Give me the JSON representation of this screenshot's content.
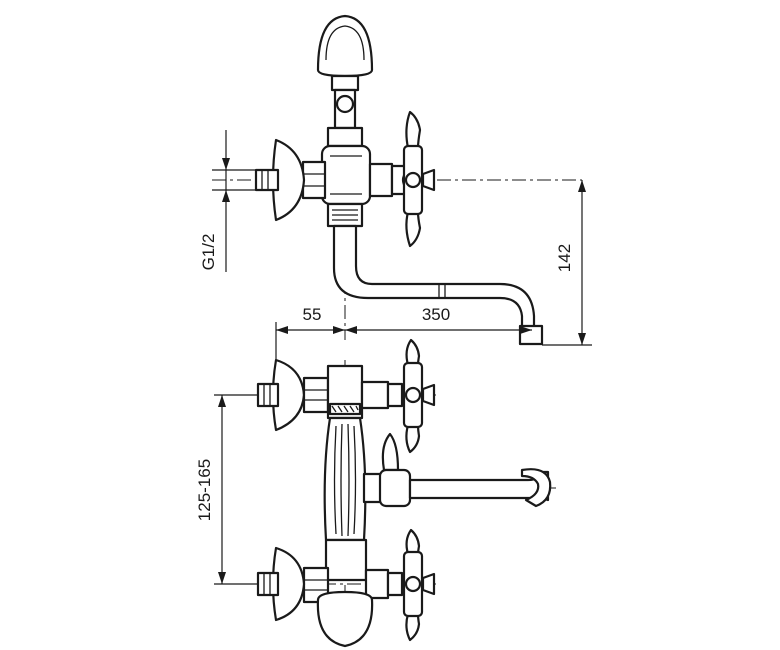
{
  "dimensions": {
    "thread": "G1/2",
    "spout_height": "142",
    "wall_offset": "55",
    "spout_reach": "350",
    "inlet_spacing": "125-165"
  }
}
